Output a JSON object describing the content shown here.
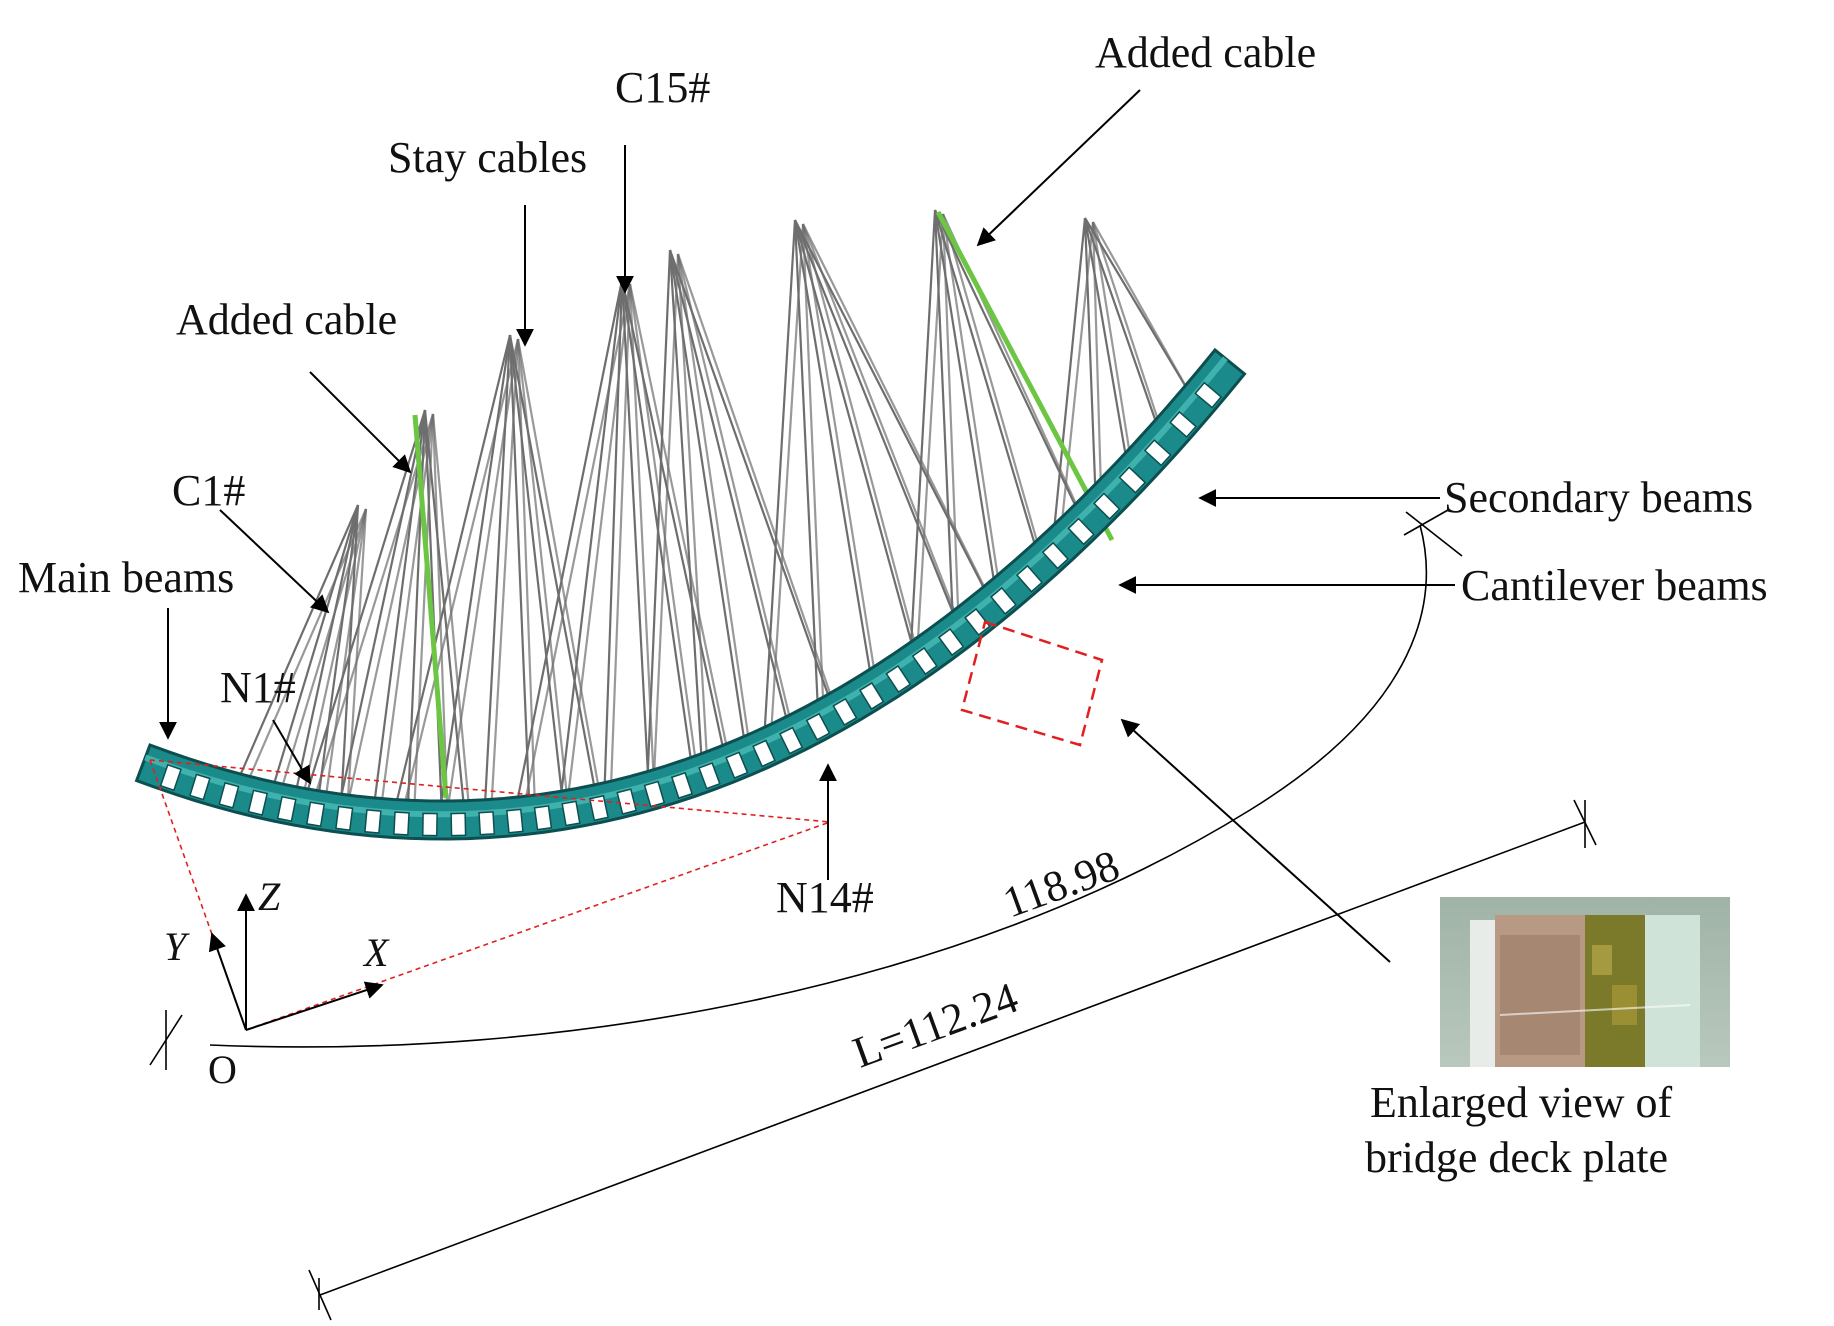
{
  "labels": {
    "added_cable_top": "Added cable",
    "c15": "C15#",
    "stay_cables": "Stay cables",
    "added_cable_left": "Added cable",
    "c1": "C1#",
    "main_beams": "Main beams",
    "n1": "N1#",
    "secondary_beams": "Secondary beams",
    "cantilever_beams": "Cantilever beams",
    "n14": "N14#",
    "arc_length": "118.98",
    "span_length": "L=112.24",
    "axis_x": "X",
    "axis_y": "Y",
    "axis_z": "Z",
    "origin": "O",
    "inset_caption_line1": "Enlarged view of",
    "inset_caption_line2": "bridge deck plate"
  },
  "colors": {
    "deck": "#1a8a8a",
    "deck_dark": "#0d4f50",
    "stay_cable": "#6e6e6e",
    "added_cable": "#6cc644",
    "highlight_box": "#e02020"
  }
}
